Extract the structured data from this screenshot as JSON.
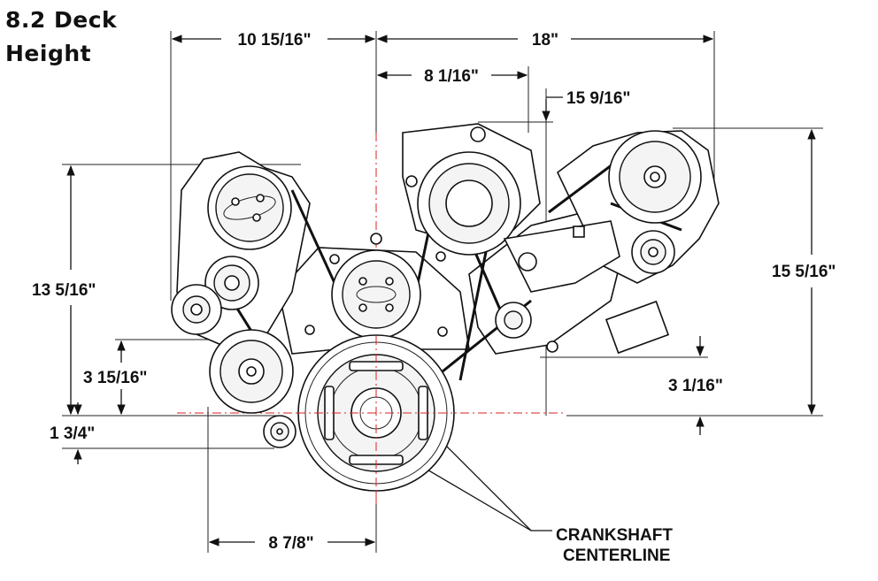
{
  "title_line1": "8.2 Deck",
  "title_line2": "Height",
  "dimensions": {
    "top_left_width": "10 15/16\"",
    "top_right_width": "18\"",
    "mid_width": "8 1/16\"",
    "right_offset": "15 9/16\"",
    "left_height": "13 5/16\"",
    "right_height": "15 5/16\"",
    "left_lower_height": "3 15/16\"",
    "right_lower_height": "3 1/16\"",
    "bottom_left_height": "1 3/4\"",
    "bottom_width": "8 7/8\""
  },
  "crankshaft_label_1": "CRANKSHAFT",
  "crankshaft_label_2": "CENTERLINE",
  "colors": {
    "line": "#111111",
    "centerline": "#dd2222",
    "background": "#ffffff"
  }
}
